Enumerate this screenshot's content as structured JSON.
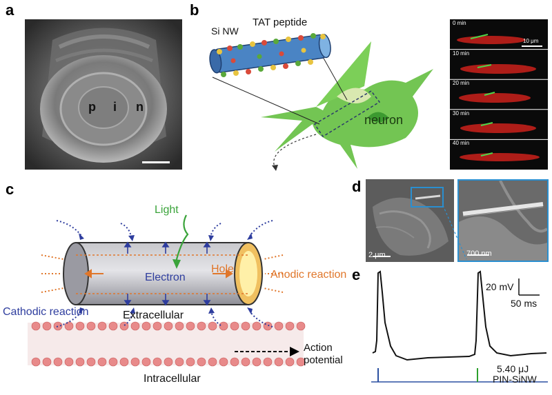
{
  "panels": {
    "a": {
      "letter": "a",
      "layers": [
        "p",
        "i",
        "n"
      ]
    },
    "b": {
      "letter": "b",
      "nanowire_label": "Si NW",
      "peptide_label": "TAT peptide",
      "cell_label": "neuron",
      "scalebar_label": "10 μm",
      "timepoints": [
        "0 min",
        "10 min",
        "20 min",
        "30 min",
        "40 min"
      ]
    },
    "c": {
      "letter": "c",
      "light": "Light",
      "electron": "Electron",
      "hole": "Hole",
      "anodic": "Anodic reaction",
      "cathodic": "Cathodic reaction",
      "extracellular": "Extracellular",
      "intracellular": "Intracellular",
      "action_line1": "Action",
      "action_line2": "potential"
    },
    "d": {
      "letter": "d",
      "scale_left": "2 μm",
      "scale_right": "700 nm"
    },
    "e": {
      "letter": "e",
      "scale_v": "20 mV",
      "scale_t": "50 ms",
      "energy": "5.40 μJ",
      "device": "PIN-SiNW"
    }
  },
  "colors": {
    "cell_green": "#6cc24a",
    "wire_blue": "#4a84c4",
    "arrow_blue": "#2e3d9e",
    "arrow_orange": "#e0762a",
    "light_green": "#3aa33a",
    "trace_blue": "#2a4fa0",
    "trace_green": "#2ca02c",
    "box_blue": "#2a8fd0"
  }
}
